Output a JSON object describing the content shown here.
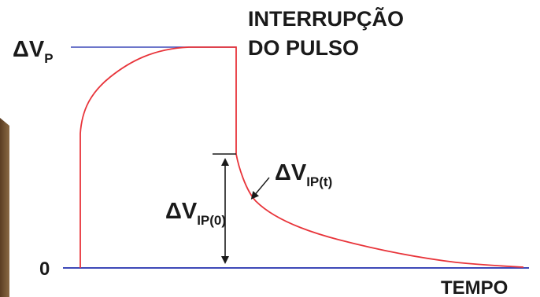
{
  "labels": {
    "dvp_main": "ΔV",
    "dvp_sub": "P",
    "interruption_line1": "INTERRUPÇÃO",
    "interruption_line2": "DO PULSO",
    "dvip0_main": "ΔV",
    "dvip0_sub": "IP(0)",
    "dvipt_main": "ΔV",
    "dvipt_sub": "IP(t)",
    "zero": "0",
    "time": "TEMPO"
  },
  "colors": {
    "curve": "#e8343a",
    "axis": "#3d49b8",
    "arrow": "#1a1a1a",
    "text": "#1a1a1a",
    "photo_edge": "#6b4a2a"
  }
}
